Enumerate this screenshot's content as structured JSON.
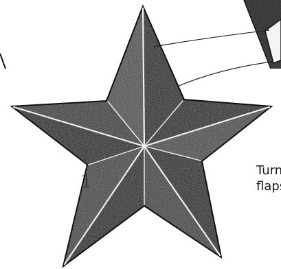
{
  "step_number": "1",
  "caption_lines": [
    "Turn",
    "flaps"
  ],
  "colors": {
    "star_dark": "#3a3a3a",
    "star_light": "#bdbdbd",
    "crease": "#f2f2f2",
    "outline": "#111111"
  }
}
